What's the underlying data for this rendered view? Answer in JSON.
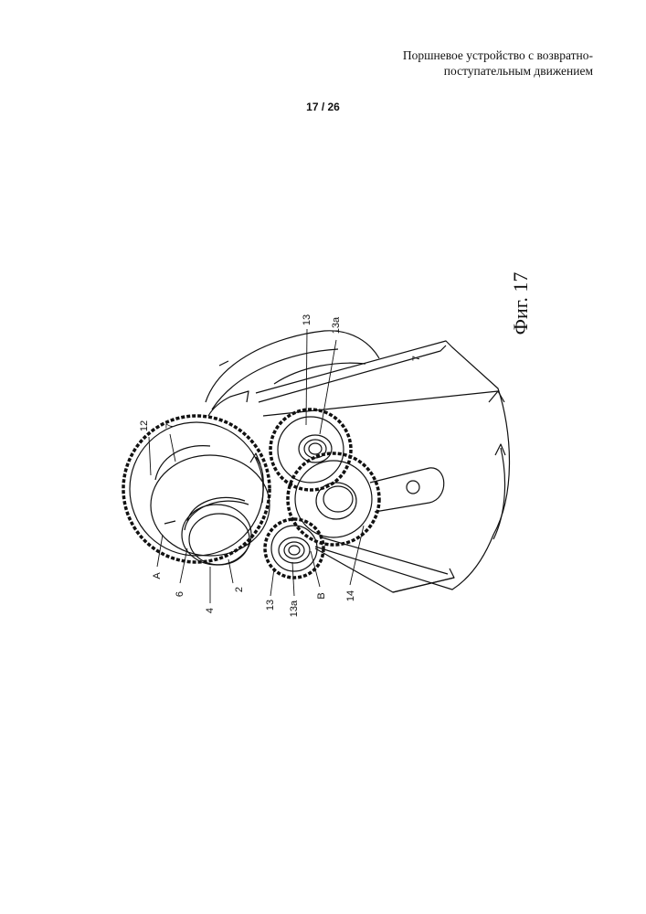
{
  "header": {
    "title_line1": "Поршневое устройство с возвратно-",
    "title_line2": "поступательным движением"
  },
  "page_number": "17 / 26",
  "figure": {
    "caption": "Фиг. 17",
    "labels": {
      "l12": "12",
      "l7a": "7",
      "l13top": "13",
      "l13atop": "13a",
      "l7b": "7",
      "lA": "A",
      "l6": "6",
      "l4": "4",
      "l2": "2",
      "l13bot": "13",
      "l13abot": "13a",
      "lB": "B",
      "l14": "14"
    }
  }
}
